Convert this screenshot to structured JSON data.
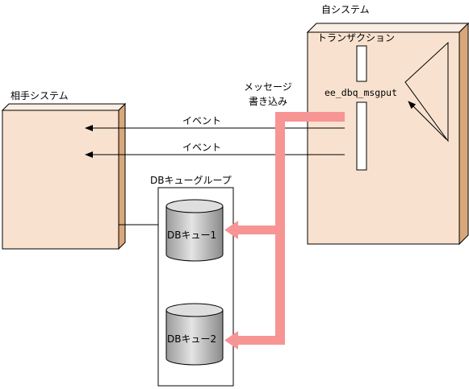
{
  "own_system": {
    "title": "自システム",
    "transaction_label": "トランザクション",
    "function_label": "ee_dbq_msgput"
  },
  "partner_system": {
    "title": "相手システム"
  },
  "events": [
    {
      "label": "イベント"
    },
    {
      "label": "イベント"
    }
  ],
  "message_write": {
    "line1": "メッセージ",
    "line2": "書き込み"
  },
  "db_queue_group": {
    "title": "DBキューグループ",
    "queues": [
      {
        "label": "DBキュー1"
      },
      {
        "label": "DBキュー2"
      }
    ]
  },
  "colors": {
    "box_fill": "#f8e2cf",
    "box_side": "#d9a87a",
    "write_arrow": "#f79494",
    "cylinder_fill": "#c7c7c7"
  }
}
